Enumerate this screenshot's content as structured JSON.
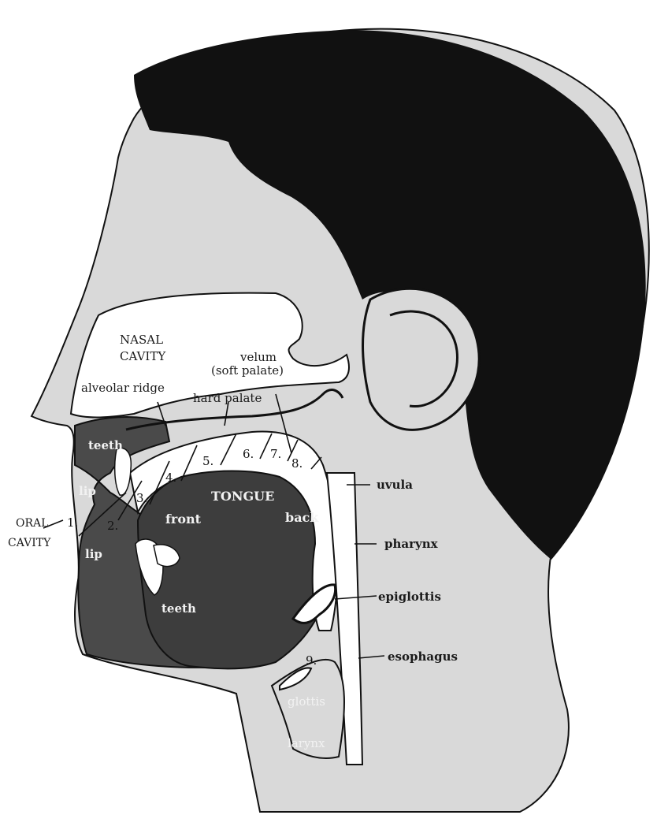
{
  "diagram": {
    "labels": {
      "nasal_cavity_1": "NASAL",
      "nasal_cavity_2": "CAVITY",
      "velum_1": "velum",
      "velum_2": "(soft palate)",
      "alveolar_ridge": "alveolar ridge",
      "hard_palate": "hard palate",
      "teeth_top": "teeth",
      "lip_top": "lip",
      "oral_cavity_1": "ORAL",
      "oral_cavity_2": "CAVITY",
      "lip_bottom": "lip",
      "teeth_bottom": "teeth",
      "tongue": "TONGUE",
      "front": "front",
      "back": "back",
      "uvula": "uvula",
      "pharynx": "pharynx",
      "epiglottis": "epiglottis",
      "esophagus": "esophagus",
      "glottis": "glottis",
      "larynx": "larynx"
    },
    "numbers": [
      "1.",
      "2.",
      "3.",
      "4.",
      "5.",
      "6.",
      "7.",
      "8.",
      "9."
    ],
    "colors": {
      "hair": "#111111",
      "skin": "#d9d9d9",
      "tissue": "#4a4a4a",
      "cavity": "#ffffff",
      "outline": "#111111"
    }
  }
}
